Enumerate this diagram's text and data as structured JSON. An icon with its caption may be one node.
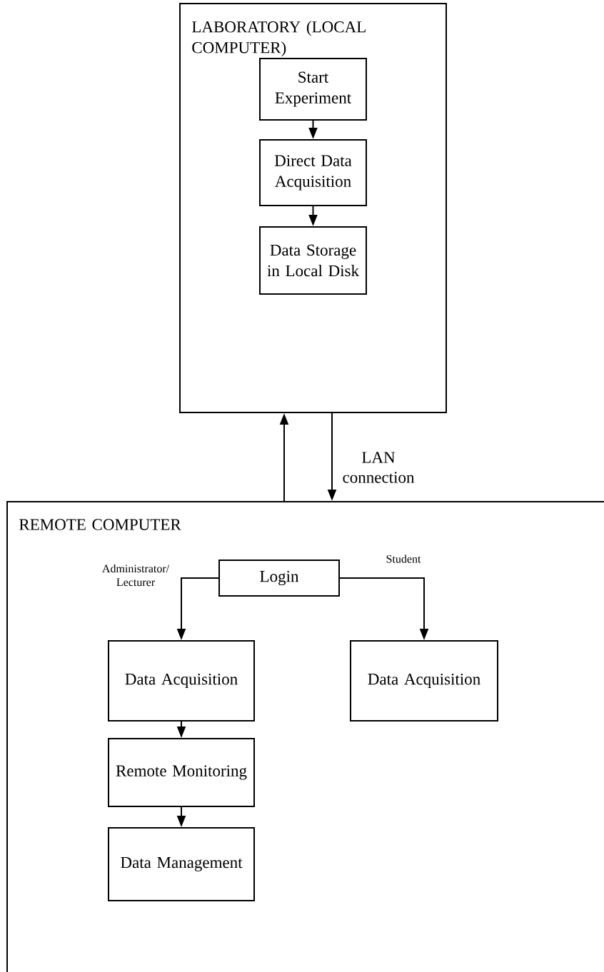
{
  "diagram": {
    "nodes": [
      {
        "text": [
          "LABORATORY (LOCAL COMPUTER)"
        ]
      },
      {
        "text": [
          "Start Experiment"
        ],
        "in": 0
      },
      {
        "text": [
          "Direct Data Acquisition"
        ],
        "in": 0
      },
      {
        "text": [
          "Data Storage in Local Disk"
        ],
        "in": 0
      },
      {
        "text": [
          "REMOTE COMPUTER"
        ]
      },
      {
        "text": [
          "Login"
        ],
        "in": 4
      },
      {
        "text": [
          "Data Acquisition"
        ],
        "in": 4
      },
      {
        "text": [
          "Data Acquisition"
        ],
        "in": 4
      },
      {
        "text": [
          "Remote Monitoring"
        ],
        "in": 4
      },
      {
        "text": [
          "Data Management"
        ],
        "in": 4
      }
    ],
    "edges": [
      {
        "from": 1,
        "to": 2,
        "arrow": "to"
      },
      {
        "from": 2,
        "to": 3,
        "arrow": "to"
      },
      {
        "from": 4,
        "to": 0,
        "arrow": "to"
      },
      {
        "from": 0,
        "to": 4,
        "arrow": "to",
        "label": "LAN connection"
      },
      {
        "from": 5,
        "to": 6,
        "arrow": "to",
        "label": "Administrator/ Lecturer"
      },
      {
        "from": 5,
        "to": 7,
        "arrow": "to",
        "label": "Student"
      },
      {
        "from": 6,
        "to": 8,
        "arrow": "to"
      },
      {
        "from": 8,
        "to": 9,
        "arrow": "to"
      }
    ]
  }
}
